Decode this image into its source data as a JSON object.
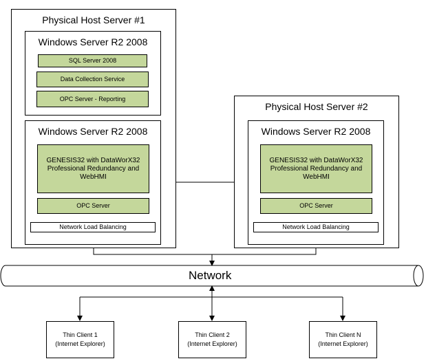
{
  "hosts": [
    {
      "title": "Physical Host Server #1",
      "windows": [
        {
          "title": "Windows Server R2 2008",
          "services": [
            "SQL Server 2008",
            "Data Collection Service",
            "OPC Server - Reporting"
          ]
        },
        {
          "title": "Windows Server R2 2008",
          "genesis": "GENESIS32 with DataWorX32 Professional Redundancy and WebHMI",
          "opc": "OPC Server",
          "nlb": "Network Load Balancing"
        }
      ]
    },
    {
      "title": "Physical Host Server #2",
      "windows": [
        {
          "title": "Windows Server R2 2008",
          "genesis": "GENESIS32 with DataWorX32 Professional Redundancy and WebHMI",
          "opc": "OPC Server",
          "nlb": "Network Load Balancing"
        }
      ]
    }
  ],
  "network": {
    "label": "Network"
  },
  "clients": [
    {
      "name": "Thin Client 1",
      "browser": "(Internet Explorer)"
    },
    {
      "name": "Thin Client 2",
      "browser": "(Internet Explorer)"
    },
    {
      "name": "Thin Client N",
      "browser": "(Internet Explorer)"
    }
  ],
  "colors": {
    "service_fill": "#c4d79b",
    "line": "#000000",
    "background": "#ffffff"
  }
}
